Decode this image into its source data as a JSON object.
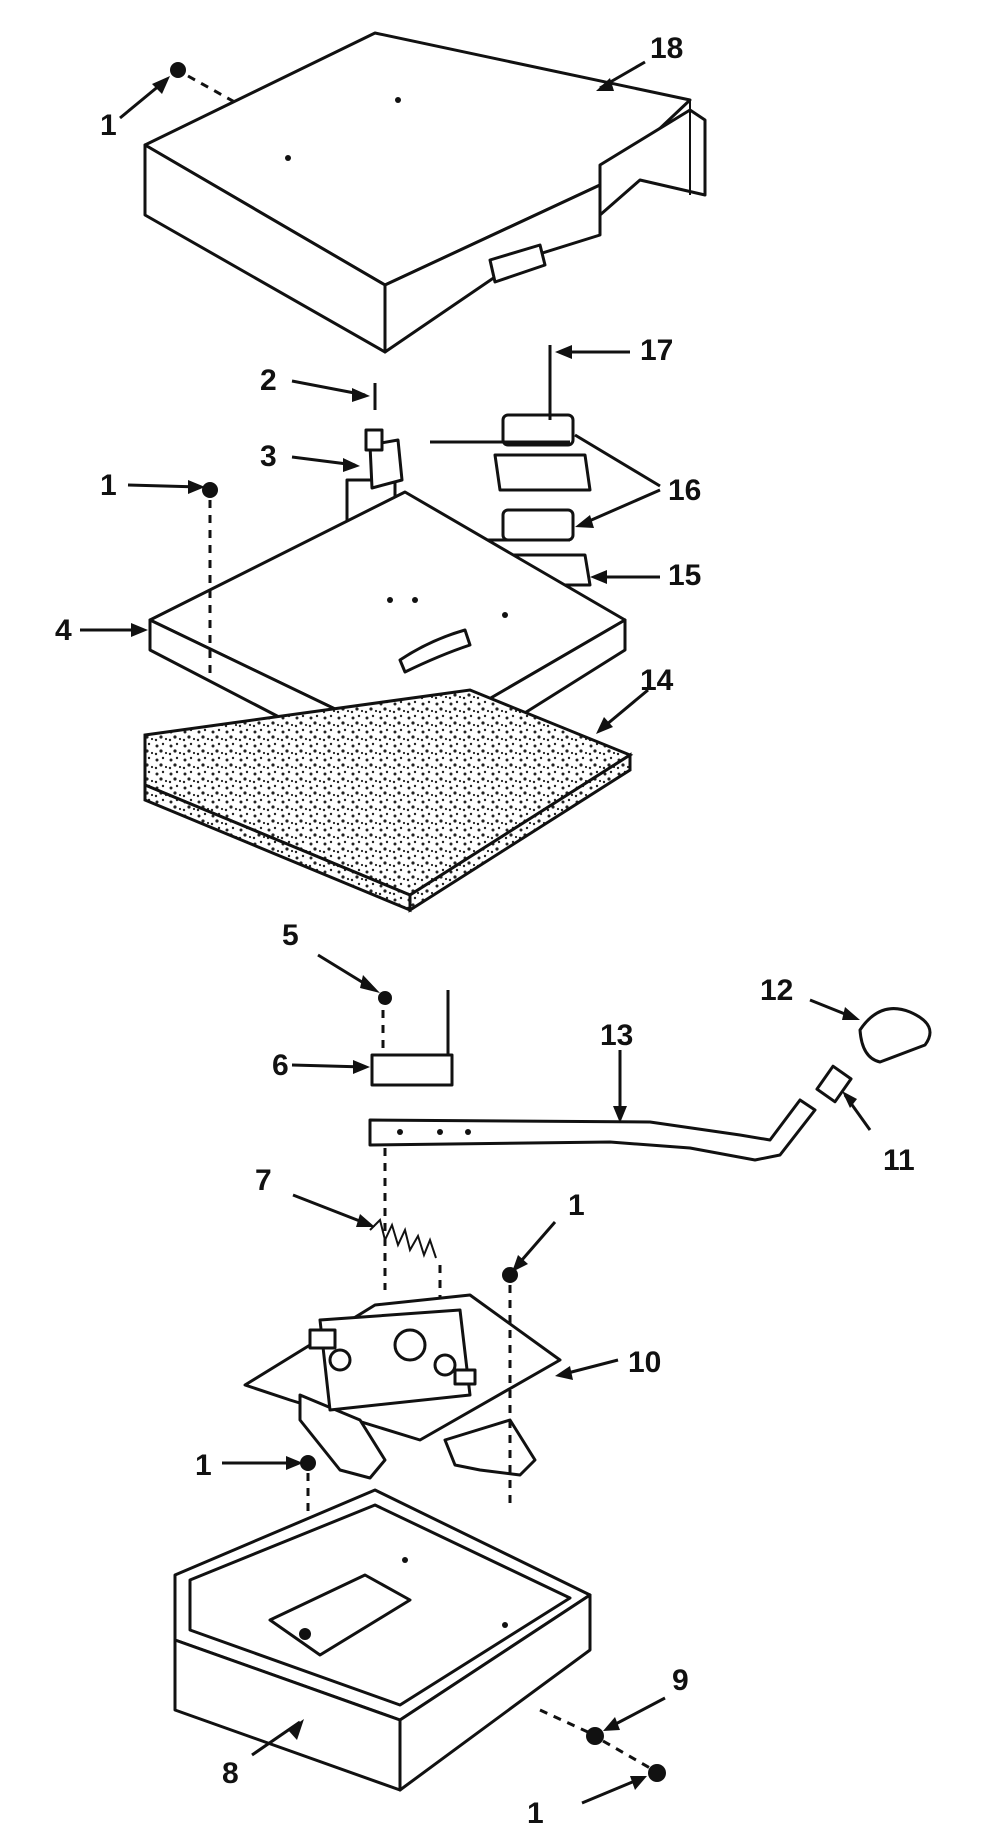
{
  "callouts": {
    "c1a": "1",
    "c18": "18",
    "c2": "2",
    "c17": "17",
    "c3": "3",
    "c1b": "1",
    "c16": "16",
    "c15": "15",
    "c4": "4",
    "c14": "14",
    "c5": "5",
    "c12": "12",
    "c13": "13",
    "c6": "6",
    "c11": "11",
    "c7": "7",
    "c1c": "1",
    "c10": "10",
    "c1d": "1",
    "c9": "9",
    "c8": "8",
    "c1e": "1"
  }
}
